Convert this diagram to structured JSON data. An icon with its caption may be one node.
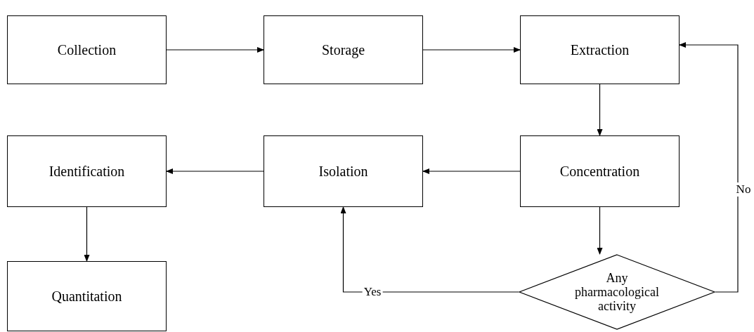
{
  "diagram": {
    "nodes": [
      {
        "text": [
          "Collection"
        ]
      },
      {
        "text": [
          "Storage"
        ]
      },
      {
        "text": [
          "Extraction"
        ]
      },
      {
        "text": [
          "Concentration"
        ]
      },
      {
        "text": [
          "Isolation"
        ]
      },
      {
        "text": [
          "Identification"
        ]
      },
      {
        "text": [
          "Quantitation"
        ]
      },
      {
        "text": [
          "Any pharmacological activity"
        ]
      }
    ],
    "edges": [
      {
        "from": 0,
        "to": 1,
        "arrow": "to"
      },
      {
        "from": 1,
        "to": 2,
        "arrow": "to"
      },
      {
        "from": 2,
        "to": 3,
        "arrow": "to"
      },
      {
        "from": 3,
        "to": 4,
        "arrow": "to"
      },
      {
        "from": 4,
        "to": 5,
        "arrow": "to"
      },
      {
        "from": 5,
        "to": 6,
        "arrow": "to"
      },
      {
        "from": 3,
        "to": 7,
        "arrow": "to"
      },
      {
        "from": 7,
        "to": 4,
        "arrow": "to",
        "label": "Yes"
      },
      {
        "from": 7,
        "to": 2,
        "arrow": "to",
        "label": "No"
      }
    ]
  }
}
